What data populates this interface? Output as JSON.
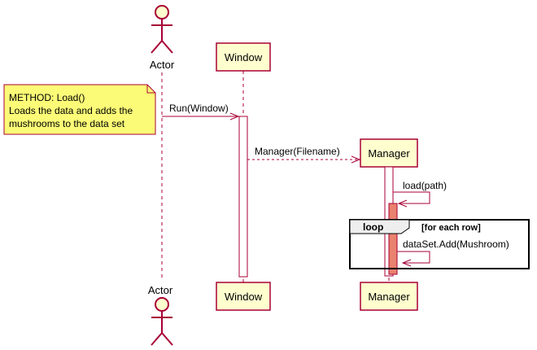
{
  "participants": {
    "actor": {
      "label": "Actor"
    },
    "window": {
      "label": "Window"
    },
    "manager": {
      "label": "Manager"
    }
  },
  "note": {
    "lines": [
      "METHOD: Load()",
      "Loads the data and adds the",
      "mushrooms to the data set"
    ]
  },
  "messages": {
    "run": "Run(Window)",
    "create_manager": "Manager(Filename)",
    "load": "load(path)",
    "add": "dataSet.Add(Mushroom)"
  },
  "loop": {
    "keyword": "loop",
    "guard": "[for each row]"
  },
  "colors": {
    "line": "#A80036",
    "box_fill": "#FEFECE",
    "note_fill": "#FBFB77",
    "activation_fill": "#FFFFFF",
    "inner_activation_fill": "#E9826E",
    "loop_label_fill": "#EEEEEE",
    "loop_border": "#000000"
  }
}
